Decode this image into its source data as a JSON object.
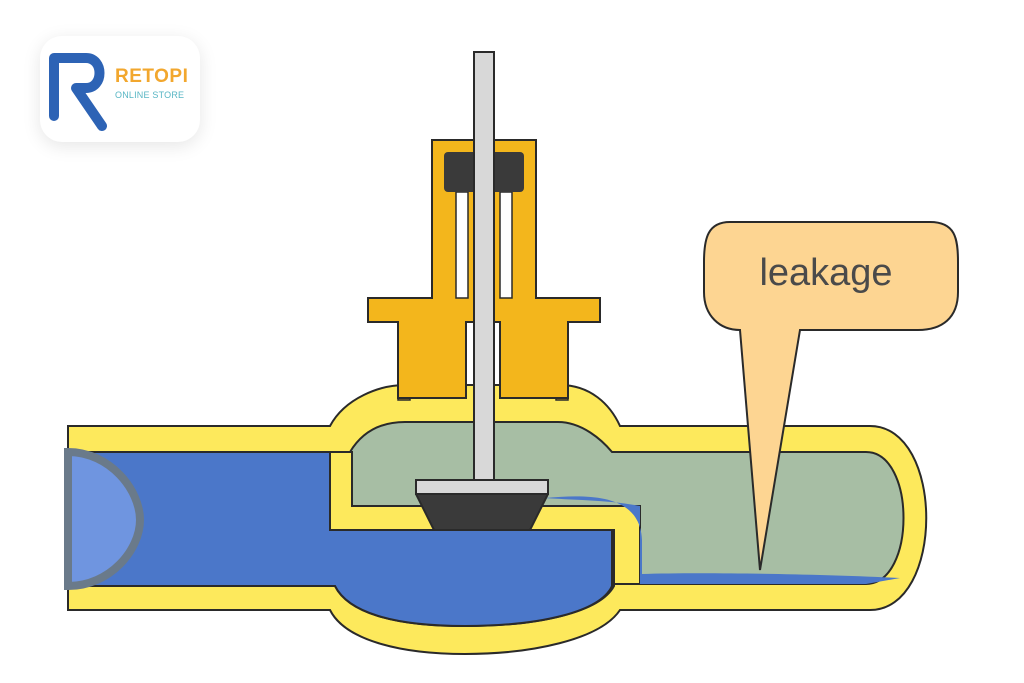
{
  "brand": {
    "name": "RETOPI",
    "tagline": "ONLINE STORE",
    "colors": {
      "mark": "#2d63b5",
      "name": "#f2a72e",
      "tagline": "#58b6c4"
    }
  },
  "callout": {
    "label": "leakage",
    "fill": "#fdd592",
    "stroke": "#2a2a2a"
  },
  "colors": {
    "outline": "#2a2a2a",
    "pipe_wall": "#fde95c",
    "fitting": "#f3b61c",
    "water": "#4b77c9",
    "water_light": "#6f95e0",
    "air": "#a7bea4",
    "stem": "#d8d8d8",
    "seal": "#3a3a3a"
  },
  "icons": {
    "logo": "r-logo-icon"
  }
}
